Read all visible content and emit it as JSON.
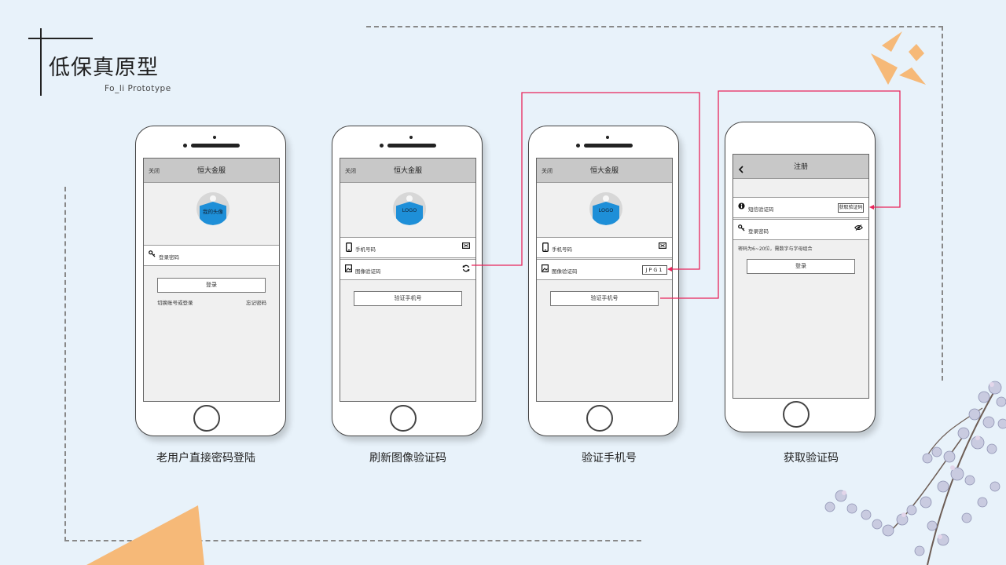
{
  "header": {
    "title": "低保真原型",
    "subtitle": "Fo_li Prototype"
  },
  "colors": {
    "background": "#e8f2fa",
    "accent_orange": "#f6b978",
    "connector": "#e8245b",
    "logo_blue": "#1e8fd8"
  },
  "icons": [
    "key-icon",
    "phone-icon",
    "image-icon",
    "refresh-icon",
    "keyboard-icon",
    "info-icon",
    "eye-off-icon",
    "back-chevron-icon"
  ],
  "phones": [
    {
      "nav_close": "关闭",
      "nav_title": "恒大金服",
      "logo_text": "我的头像",
      "password_label": "登录密码",
      "login_button": "登录",
      "switch_account": "切换账号或登录",
      "forgot_password": "忘记密码",
      "caption": "老用户直接密码登陆"
    },
    {
      "nav_close": "关闭",
      "nav_title": "恒大金服",
      "logo_text": "LOGO",
      "phone_label": "手机号码",
      "captcha_label": "图像验证码",
      "verify_button": "验证手机号",
      "caption": "刷新图像验证码"
    },
    {
      "nav_close": "关闭",
      "nav_title": "恒大金服",
      "logo_text": "LOGO",
      "phone_label": "手机号码",
      "captcha_label": "图像验证码",
      "captcha_value": "JPG1",
      "verify_button": "验证手机号",
      "caption": "验证手机号"
    },
    {
      "nav_title": "注册",
      "sms_label": "短信验证码",
      "sms_button": "获取验证码",
      "password_label": "登录密码",
      "hint": "密码为6~20位，需数字与字母组合",
      "login_button": "登录",
      "caption": "获取验证码"
    }
  ]
}
